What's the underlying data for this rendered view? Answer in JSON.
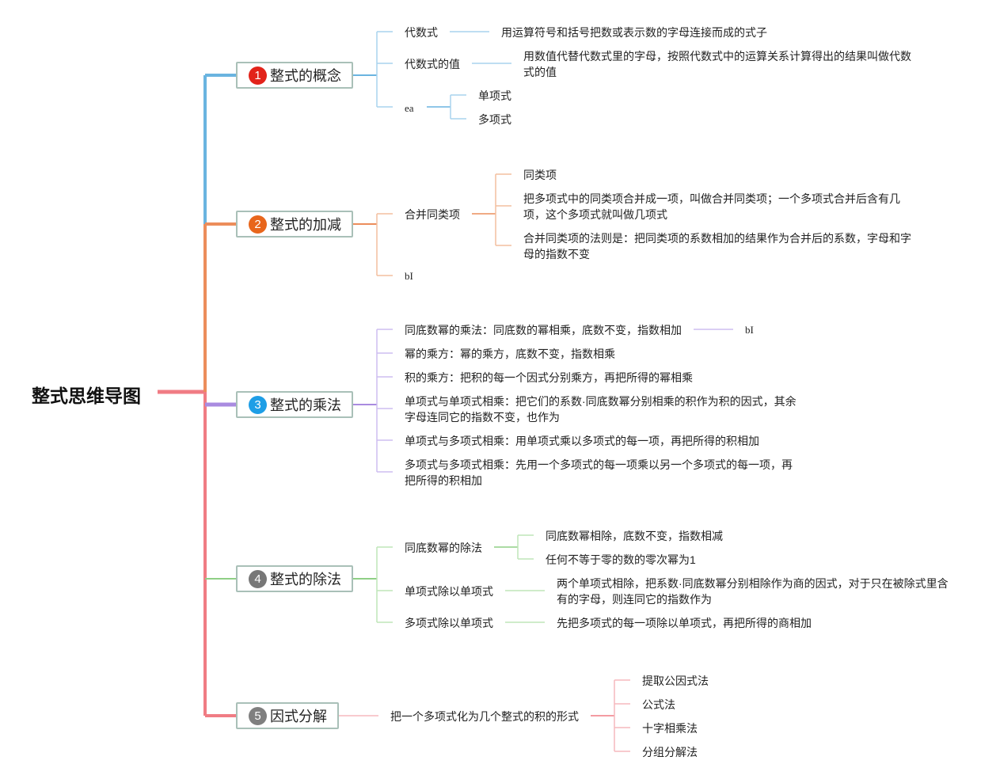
{
  "root": "整式思维导图",
  "colors": {
    "root": "#f07c84",
    "b1": "#6ab4e0",
    "b2": "#ec8d5b",
    "b3": "#a98be0",
    "b4": "#8fcf85",
    "b5": "#f07c84",
    "badge1": "#e2231a",
    "badge2": "#e8661c",
    "badge3": "#1e9ee6",
    "badge4": "#777777",
    "badge5": "#7f7f7f"
  },
  "branches": [
    {
      "num": "1",
      "title": "整式的概念",
      "items": [
        {
          "label": "代数式",
          "desc": "用运算符号和括号把数或表示数的字母连接而成的式子"
        },
        {
          "label": "代数式的值",
          "desc": "用数值代替代数式里的字母，按照代数式中的运算关系计算得出的结果叫做代数式的值"
        },
        {
          "label": "ea",
          "children": [
            "单项式",
            "多项式"
          ]
        }
      ]
    },
    {
      "num": "2",
      "title": "整式的加减",
      "items": [
        {
          "label": "合并同类项",
          "children": [
            "同类项",
            "把多项式中的同类项合并成一项，叫做合并同类项；一个多项式合并后含有几项，这个多项式就叫做几项式",
            "合并同类项的法则是：把同类项的系数相加的结果作为合并后的系数，字母和字母的指数不变"
          ]
        },
        {
          "label": "bI"
        }
      ]
    },
    {
      "num": "3",
      "title": "整式的乘法",
      "items": [
        {
          "label": "同底数幂的乘法：同底数的幂相乘，底数不变，指数相加",
          "extra": "bI"
        },
        {
          "label": "幂的乘方：幂的乘方，底数不变，指数相乘"
        },
        {
          "label": "积的乘方：把积的每一个因式分别乘方，再把所得的幂相乘"
        },
        {
          "label": "单项式与单项式相乘：把它们的系数·同底数幂分别相乘的积作为积的因式，其余字母连同它的指数不变，也作为"
        },
        {
          "label": "单项式与多项式相乘：用单项式乘以多项式的每一项，再把所得的积相加"
        },
        {
          "label": "多项式与多项式相乘：先用一个多项式的每一项乘以另一个多项式的每一项，再把所得的积相加"
        }
      ]
    },
    {
      "num": "4",
      "title": "整式的除法",
      "items": [
        {
          "label": "同底数幂的除法",
          "children": [
            "同底数幂相除，底数不变，指数相减",
            "任何不等于零的数的零次幂为1"
          ]
        },
        {
          "label": "单项式除以单项式",
          "desc": "两个单项式相除，把系数·同底数幂分别相除作为商的因式，对于只在被除式里含有的字母，则连同它的指数作为"
        },
        {
          "label": "多项式除以单项式",
          "desc": "先把多项式的每一项除以单项式，再把所得的商相加"
        }
      ]
    },
    {
      "num": "5",
      "title": "因式分解",
      "items": [
        {
          "label": "把一个多项式化为几个整式的积的形式",
          "children": [
            "提取公因式法",
            "公式法",
            "十字相乘法",
            "分组分解法"
          ]
        }
      ]
    }
  ]
}
